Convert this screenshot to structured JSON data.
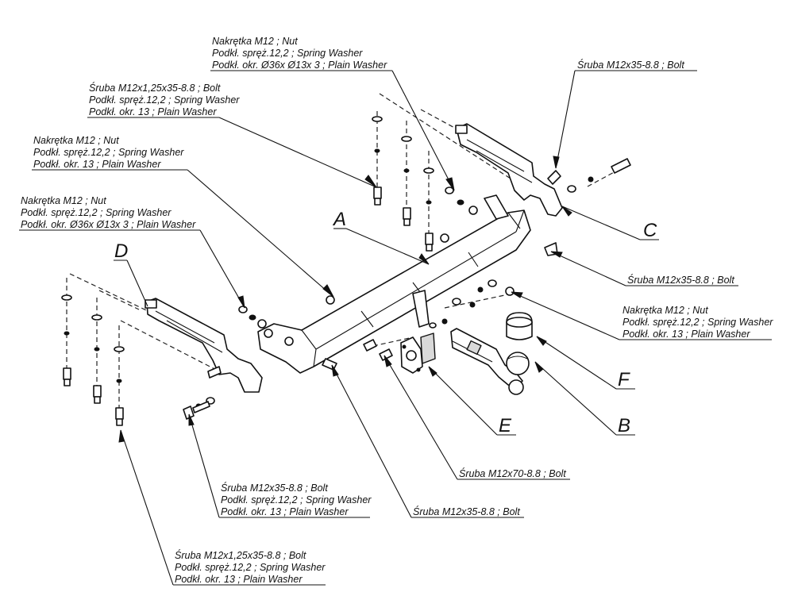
{
  "labels": {
    "top_nut": [
      "Nakrętka  M12 ; Nut",
      "Podkł. spręż.12,2 ; Spring Washer",
      "Podkł. okr.  Ø36x Ø13x 3 ; Plain Washer"
    ],
    "top_bolt_right": [
      "Śruba M12x35-8.8 ;  Bolt"
    ],
    "left_bolt_fine_top": [
      "Śruba M12x1,25x35-8.8 ;  Bolt",
      "Podkł. spręż.12,2 ; Spring Washer",
      "Podkł. okr. 13 ; Plain Washer"
    ],
    "left_nut_mid": [
      "Nakrętka  M12 ; Nut",
      "Podkł. spręż.12,2 ; Spring Washer",
      "Podkł. okr. 13 ; Plain Washer"
    ],
    "left_nut_low": [
      "Nakrętka  M12 ; Nut",
      "Podkł. spręż.12,2 ; Spring Washer",
      "Podkł. okr.  Ø36x Ø13x 3 ; Plain Washer"
    ],
    "right_bolt_mid": [
      "Śruba M12x35-8.8 ;  Bolt"
    ],
    "right_nut": [
      "Nakrętka  M12 ; Nut",
      "Podkł. spręż.12,2 ; Spring Washer",
      "Podkł. okr. 13 ; Plain Washer"
    ],
    "bolt_m12x70": [
      "Śruba M12x70-8.8 ;  Bolt"
    ],
    "bolt_m12x35_center": [
      "Śruba M12x35-8.8 ;  Bolt"
    ],
    "left_bolt_low": [
      "Śruba M12x35-8.8 ;  Bolt",
      "Podkł. spręż.12,2 ; Spring Washer",
      "Podkł. okr. 13 ; Plain Washer"
    ],
    "left_bolt_fine_bottom": [
      "Śruba M12x1,25x35-8.8 ;  Bolt",
      "Podkł. spręż.12,2 ; Spring Washer",
      "Podkł. okr. 13 ; Plain Washer"
    ]
  },
  "parts": {
    "A": "A",
    "B": "B",
    "C": "C",
    "D": "D",
    "E": "E",
    "F": "F"
  }
}
